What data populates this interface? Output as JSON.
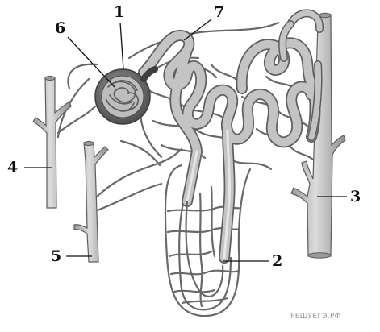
{
  "labels": {
    "capsule": "1",
    "loop_of_henle": "2",
    "collecting_duct": "3",
    "afferent_vessel": "4",
    "efferent_vessel": "5",
    "glomerulus": "6",
    "proximal_tubule": "7"
  },
  "watermark": "РЕШУЕГЭ.РФ",
  "colors": {
    "tubule_fill": "#c4c4c4",
    "tubule_edge": "#5e5e5e",
    "capillary": "#686868",
    "label_text": "#111111"
  }
}
